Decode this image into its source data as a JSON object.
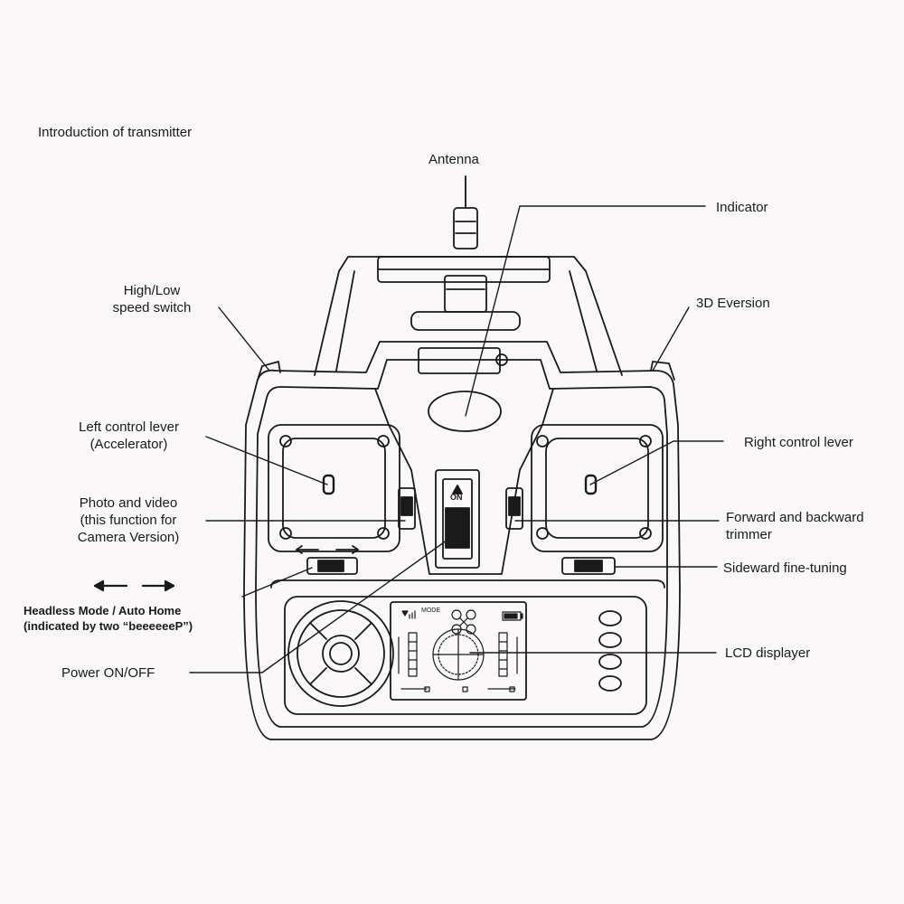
{
  "title": "Introduction of transmitter",
  "labels": {
    "antenna": "Antenna",
    "indicator": "Indicator",
    "high_low": [
      "High/Low",
      "speed switch"
    ],
    "eversion": "3D Eversion",
    "left_lever": [
      "Left control lever",
      "(Accelerator)"
    ],
    "right_lever": "Right control lever",
    "photo_video": [
      "Photo and video",
      "(this function for",
      "Camera Version)"
    ],
    "trimmer": [
      "Forward and backward",
      "trimmer"
    ],
    "sideward": "Sideward fine-tuning",
    "headless": [
      "Headless Mode / Auto Home",
      "(indicated by two “beeeeeeP”)"
    ],
    "power": "Power ON/OFF",
    "lcd": "LCD displayer"
  },
  "device": {
    "switch_text": "ON",
    "lcd_mode": "MODE"
  },
  "colors": {
    "ink": "#1a1a1a",
    "paper": "#fbf8f9"
  }
}
